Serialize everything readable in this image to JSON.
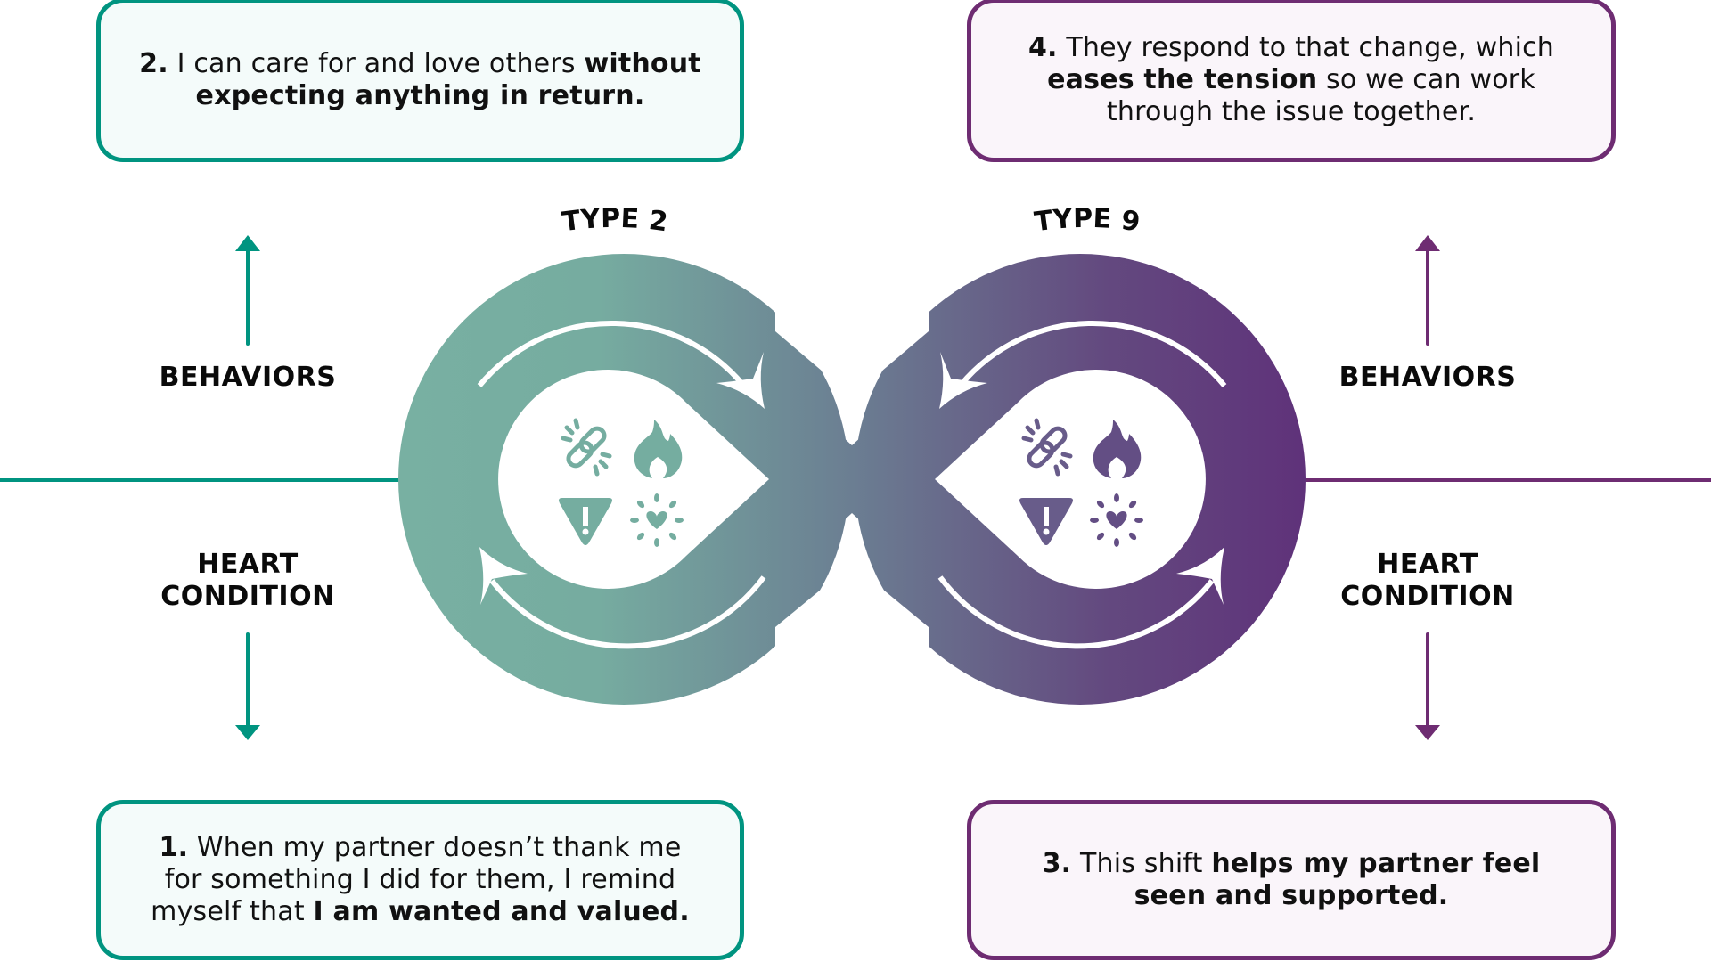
{
  "colors": {
    "teal": "#009480",
    "teal_light": "#78b0a2",
    "mid": "#6b7e92",
    "purple": "#5f327a",
    "purple_border": "#6e2c72"
  },
  "types": {
    "left": "TYPE 2",
    "right": "TYPE 9"
  },
  "labels": {
    "behaviors_left": "BEHAVIORS",
    "heart_left_line1": "HEART",
    "heart_left_line2": "CONDITION",
    "behaviors_right": "BEHAVIORS",
    "heart_right_line1": "HEART",
    "heart_right_line2": "CONDITION"
  },
  "steps": {
    "step1": {
      "number": "1.",
      "text_before": "When my partner doesn’t thank me for something I did for them, I remind myself that",
      "bold": "I am wanted and valued.",
      "text_after": ""
    },
    "step2": {
      "number": "2.",
      "text_before": "I can care for and love others",
      "bold": "without expecting anything in return.",
      "text_after": ""
    },
    "step3": {
      "number": "3.",
      "text_before": "This shift",
      "bold": "helps my partner feel seen and supported.",
      "text_after": ""
    },
    "step4": {
      "number": "4.",
      "text_before": "They respond to that change, which",
      "bold": "eases the tension",
      "text_after": "so we can work through the issue together."
    }
  },
  "icons": [
    "broken-link-icon",
    "flame-icon",
    "warning-icon",
    "heart-burst-icon"
  ]
}
